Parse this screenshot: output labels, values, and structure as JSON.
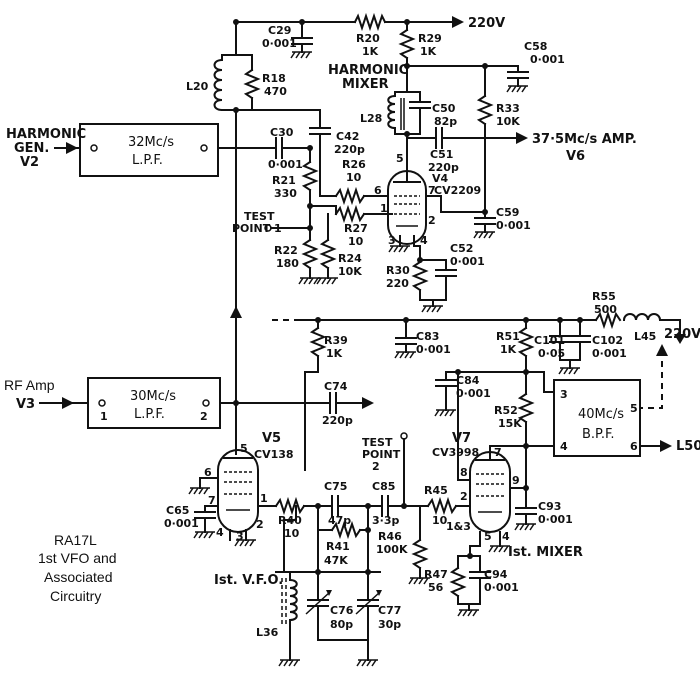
{
  "caption": [
    "RA17L",
    "1st VFO and",
    "Associated",
    "Circuitry"
  ],
  "blocks": {
    "lpf32": {
      "line1": "32Mc/s",
      "line2": "L.P.F."
    },
    "lpf30": {
      "line1": "30Mc/s",
      "line2": "L.P.F.",
      "pin_in": "1",
      "pin_out": "2"
    },
    "bpf40": {
      "line1": "40Mc/s",
      "line2": "B.P.F.",
      "pin3": "3",
      "pin4": "4",
      "pin5": "5",
      "pin6": "6"
    }
  },
  "signals": {
    "harmonic_gen": [
      "HARMONIC",
      "GEN.",
      "V2"
    ],
    "rf_amp": [
      "RF Amp",
      "V3"
    ],
    "supply_top": "220V",
    "supply_right": "220V",
    "amp_out": [
      "37·5Mc/s AMP.",
      "V6"
    ],
    "l50": "L50",
    "test_point_1": [
      "TEST",
      "POINT 1"
    ],
    "test_point_2": [
      "TEST",
      "POINT",
      "2"
    ]
  },
  "stage_labels": {
    "harmonic_mixer": [
      "HARMONIC",
      "MIXER"
    ],
    "vfo": "Ist. V.F.O.",
    "mixer": "Ist. MIXER"
  },
  "tubes": {
    "v4": {
      "name": "V4",
      "type": "CV2209",
      "pins": [
        "5",
        "6",
        "7",
        "1",
        "2",
        "3",
        "4"
      ]
    },
    "v5": {
      "name": "V5",
      "type": "CV138",
      "pins": [
        "5",
        "6",
        "7",
        "1",
        "2",
        "3",
        "4"
      ]
    },
    "v7": {
      "name": "V7",
      "type": "CV3998",
      "pins": [
        "7",
        "8",
        "9",
        "2",
        "1&3",
        "5",
        "4"
      ]
    }
  },
  "components": [
    {
      "ref": "C29",
      "value": "0·001"
    },
    {
      "ref": "R20",
      "value": "1K"
    },
    {
      "ref": "R29",
      "value": "1K"
    },
    {
      "ref": "C58",
      "value": "0·001"
    },
    {
      "ref": "L20",
      "value": ""
    },
    {
      "ref": "R18",
      "value": "470"
    },
    {
      "ref": "L28",
      "value": ""
    },
    {
      "ref": "C50",
      "value": "82p"
    },
    {
      "ref": "R33",
      "value": "10K"
    },
    {
      "ref": "C30",
      "value": "0·001"
    },
    {
      "ref": "C42",
      "value": "220p"
    },
    {
      "ref": "C51",
      "value": "220p"
    },
    {
      "ref": "R21",
      "value": "330"
    },
    {
      "ref": "R26",
      "value": "10"
    },
    {
      "ref": "R27",
      "value": "10"
    },
    {
      "ref": "C59",
      "value": "0·001"
    },
    {
      "ref": "C52",
      "value": "0·001"
    },
    {
      "ref": "R22",
      "value": "180"
    },
    {
      "ref": "R24",
      "value": "10K"
    },
    {
      "ref": "R30",
      "value": "220"
    },
    {
      "ref": "R55",
      "value": "500"
    },
    {
      "ref": "L45",
      "value": ""
    },
    {
      "ref": "R39",
      "value": "1K"
    },
    {
      "ref": "C83",
      "value": "0·001"
    },
    {
      "ref": "R51",
      "value": "1K"
    },
    {
      "ref": "C101",
      "value": "0·05"
    },
    {
      "ref": "C102",
      "value": "0·001"
    },
    {
      "ref": "C74",
      "value": "220p"
    },
    {
      "ref": "C84",
      "value": "0·001"
    },
    {
      "ref": "R52",
      "value": "15K"
    },
    {
      "ref": "C65",
      "value": "0·001"
    },
    {
      "ref": "R40",
      "value": "10"
    },
    {
      "ref": "C75",
      "value": "47p"
    },
    {
      "ref": "C85",
      "value": "3·3p"
    },
    {
      "ref": "R45",
      "value": "10"
    },
    {
      "ref": "C93",
      "value": "0·001"
    },
    {
      "ref": "R41",
      "value": "47K"
    },
    {
      "ref": "R46",
      "value": "100K"
    },
    {
      "ref": "R47",
      "value": "56"
    },
    {
      "ref": "C94",
      "value": "0·001"
    },
    {
      "ref": "C76",
      "value": "80p"
    },
    {
      "ref": "C77",
      "value": "30p"
    },
    {
      "ref": "L36",
      "value": ""
    }
  ]
}
